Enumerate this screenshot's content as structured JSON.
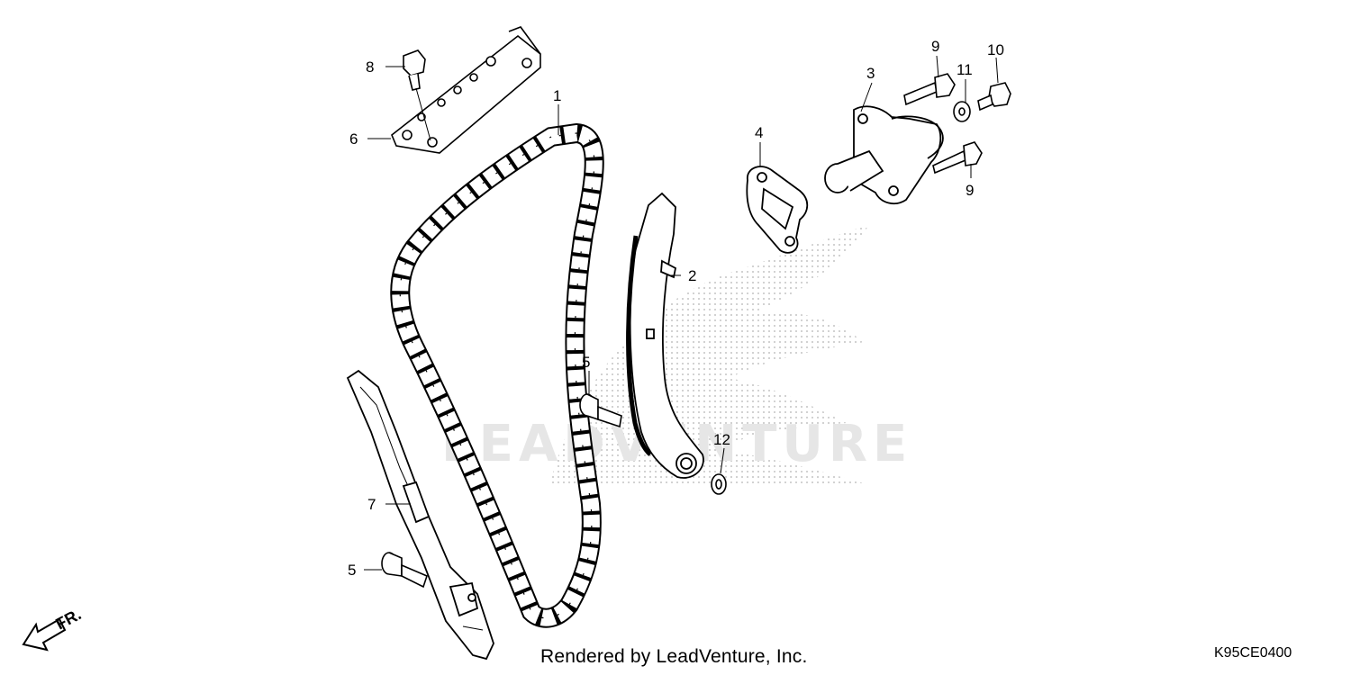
{
  "callouts": {
    "c1": "1",
    "c2": "2",
    "c3": "3",
    "c4": "4",
    "c5a": "5",
    "c5b": "5",
    "c6": "6",
    "c7": "7",
    "c8": "8",
    "c9a": "9",
    "c9b": "9",
    "c10": "10",
    "c11": "11",
    "c12": "12"
  },
  "front_marker": "FR.",
  "watermark": "LEADVENTURE",
  "footer": {
    "credit": "Rendered by LeadVenture, Inc.",
    "diagram_code": "K95CE0400"
  },
  "colors": {
    "line": "#000000",
    "watermark": "#e6e6e6",
    "background": "#ffffff"
  }
}
